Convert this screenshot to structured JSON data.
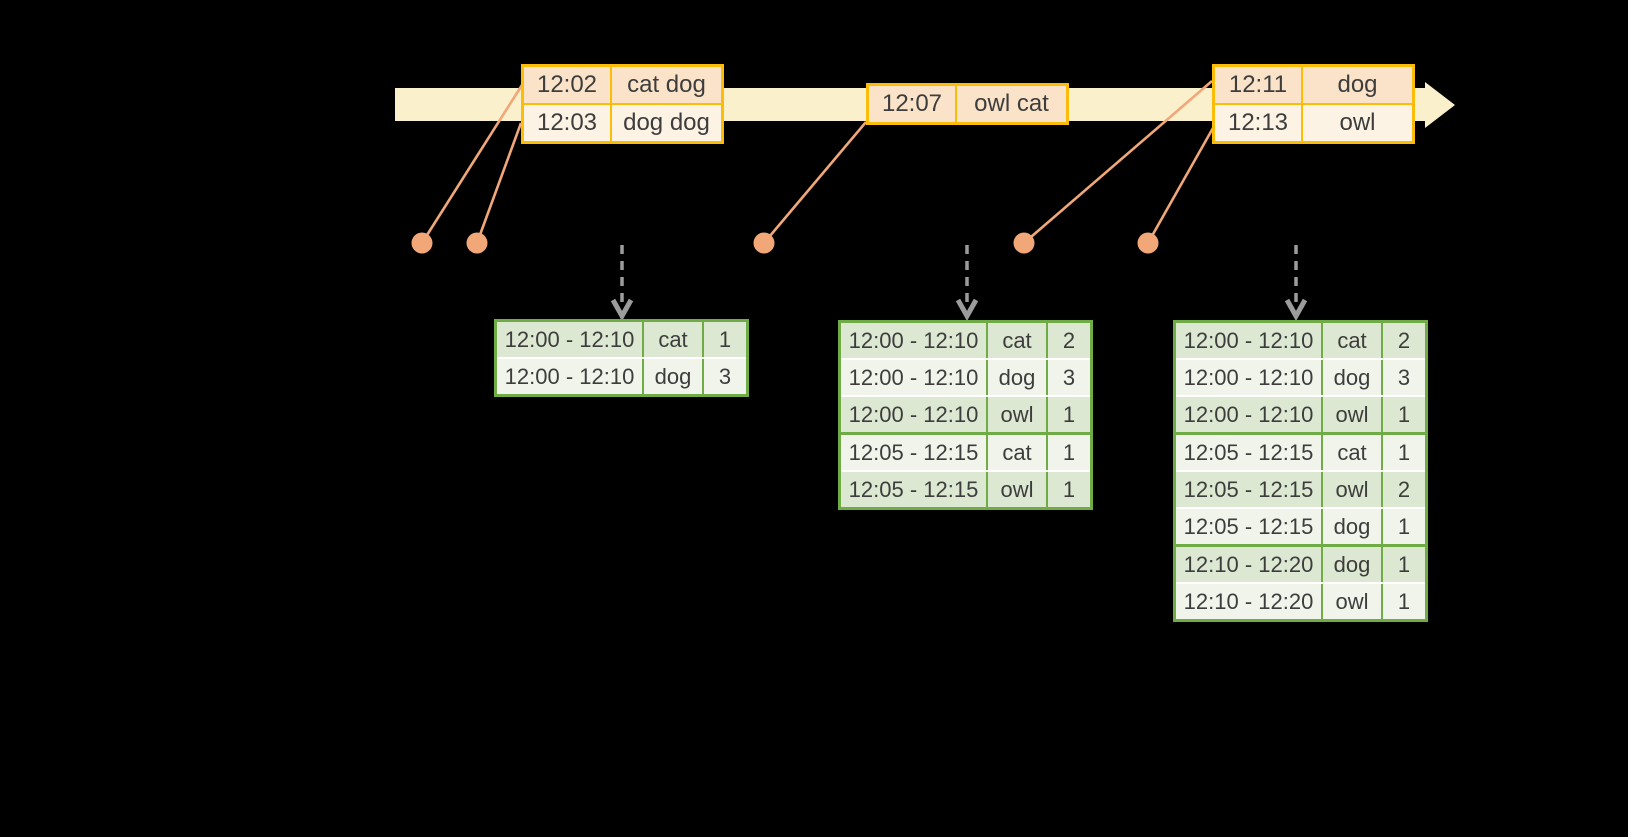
{
  "colors": {
    "background": "#000000",
    "band": "#FBF0CC",
    "gold_border": "#FBBD08",
    "peach_dark": "#FAE3C8",
    "peach_light": "#FDF3E4",
    "salmon": "#F1A778",
    "green_border": "#6FAC45",
    "green_row_dark": "#DDE8D2",
    "green_row_light": "#F0F4EA",
    "arrow_gray": "#9C9C9C",
    "text": "#3D3D3D"
  },
  "event_tables": [
    {
      "rows": [
        {
          "time": "12:02",
          "words": "cat dog"
        },
        {
          "time": "12:03",
          "words": "dog dog"
        }
      ]
    },
    {
      "rows": [
        {
          "time": "12:07",
          "words": "owl cat"
        }
      ]
    },
    {
      "rows": [
        {
          "time": "12:11",
          "words": "dog"
        },
        {
          "time": "12:13",
          "words": "owl"
        }
      ]
    }
  ],
  "result_tables": [
    {
      "rows": [
        {
          "window": "12:00 - 12:10",
          "word": "cat",
          "count": "1"
        },
        {
          "window": "12:00 - 12:10",
          "word": "dog",
          "count": "3"
        }
      ]
    },
    {
      "rows": [
        {
          "window": "12:00 - 12:10",
          "word": "cat",
          "count": "2"
        },
        {
          "window": "12:00 - 12:10",
          "word": "dog",
          "count": "3"
        },
        {
          "window": "12:00 - 12:10",
          "word": "owl",
          "count": "1"
        },
        {
          "window": "12:05 - 12:15",
          "word": "cat",
          "count": "1"
        },
        {
          "window": "12:05 - 12:15",
          "word": "owl",
          "count": "1"
        }
      ]
    },
    {
      "rows": [
        {
          "window": "12:00 - 12:10",
          "word": "cat",
          "count": "2"
        },
        {
          "window": "12:00 - 12:10",
          "word": "dog",
          "count": "3"
        },
        {
          "window": "12:00 - 12:10",
          "word": "owl",
          "count": "1"
        },
        {
          "window": "12:05 - 12:15",
          "word": "cat",
          "count": "1"
        },
        {
          "window": "12:05 - 12:15",
          "word": "owl",
          "count": "2"
        },
        {
          "window": "12:05 - 12:15",
          "word": "dog",
          "count": "1"
        },
        {
          "window": "12:10 - 12:20",
          "word": "dog",
          "count": "1"
        },
        {
          "window": "12:10 - 12:20",
          "word": "owl",
          "count": "1"
        }
      ]
    }
  ]
}
